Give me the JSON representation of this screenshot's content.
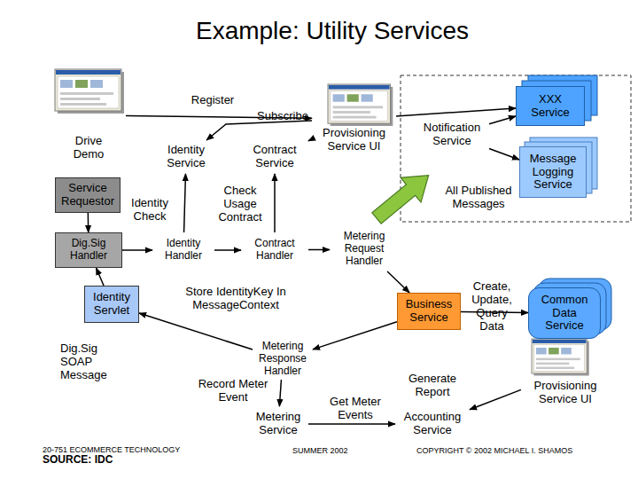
{
  "diagram": {
    "title": "Example: Utility Services",
    "nodes": [
      {
        "text": [
          "Drive Demo"
        ]
      },
      {
        "text": [
          "Identity Service"
        ]
      },
      {
        "text": [
          "Contract Service"
        ]
      },
      {
        "text": [
          "Provisioning Service UI"
        ]
      },
      {
        "text": [
          "Notification Service"
        ]
      },
      {
        "text": [
          "XXX Service"
        ]
      },
      {
        "text": [
          "Message Logging Service"
        ]
      },
      {
        "text": [
          "Service Requestor"
        ]
      },
      {
        "text": [
          "Dig.Sig Handler"
        ]
      },
      {
        "text": [
          "Identity Handler"
        ]
      },
      {
        "text": [
          "Contract Handler"
        ]
      },
      {
        "text": [
          "Metering Request Handler"
        ]
      },
      {
        "text": [
          "Identity Servlet"
        ]
      },
      {
        "text": [
          "Business Service"
        ]
      },
      {
        "text": [
          "Common Data Service"
        ]
      },
      {
        "text": [
          "Metering Response Handler"
        ]
      },
      {
        "text": [
          "Metering Service"
        ]
      },
      {
        "text": [
          "Accounting Service"
        ]
      },
      {
        "text": [
          "Provisioning Service UI"
        ]
      }
    ],
    "edges": [
      {
        "from": 0,
        "to": 3,
        "arrow": "to"
      },
      {
        "from": 3,
        "to": 1,
        "label": "Register",
        "arrow": "to"
      },
      {
        "from": 3,
        "to": 2,
        "label": "Subscribe",
        "arrow": "to"
      },
      {
        "from": 3,
        "to": 5,
        "arrow": "to"
      },
      {
        "from": 4,
        "to": 5,
        "arrow": "to"
      },
      {
        "from": 4,
        "to": 6,
        "arrow": "to"
      },
      {
        "from": 7,
        "to": 8,
        "arrow": "to"
      },
      {
        "from": 8,
        "to": 9,
        "arrow": "to"
      },
      {
        "from": 9,
        "to": 10,
        "arrow": "to"
      },
      {
        "from": 10,
        "to": 11,
        "arrow": "to"
      },
      {
        "from": 9,
        "to": 1,
        "label": "Identity Check",
        "arrow": "to"
      },
      {
        "from": 10,
        "to": 2,
        "label": "Check Usage Contract",
        "arrow": "to"
      },
      {
        "from": 11,
        "to": 13,
        "arrow": "to"
      },
      {
        "from": 13,
        "to": 14,
        "label": "Create, Update, Query Data",
        "arrow": "to"
      },
      {
        "from": 13,
        "to": 15,
        "arrow": "to"
      },
      {
        "from": 15,
        "to": 16,
        "label": "Record Meter Event",
        "arrow": "to"
      },
      {
        "from": 16,
        "to": 17,
        "label": "Get Meter Events",
        "arrow": "to"
      },
      {
        "from": 18,
        "to": 17,
        "label": "Generate Report",
        "arrow": "to"
      },
      {
        "from": 15,
        "to": 12,
        "arrow": "to"
      },
      {
        "from": 12,
        "to": 8,
        "arrow": "to"
      }
    ],
    "labels": [
      "All Published Messages",
      "Store IdentityKey In MessageContext",
      "Dig.Sig SOAP Message",
      "20-751 ECOMMERCE TECHNOLOGY",
      "SOURCE: IDC",
      "SUMMER 2002",
      "COPYRIGHT © 2002 MICHAEL I. SHAMOS"
    ]
  }
}
